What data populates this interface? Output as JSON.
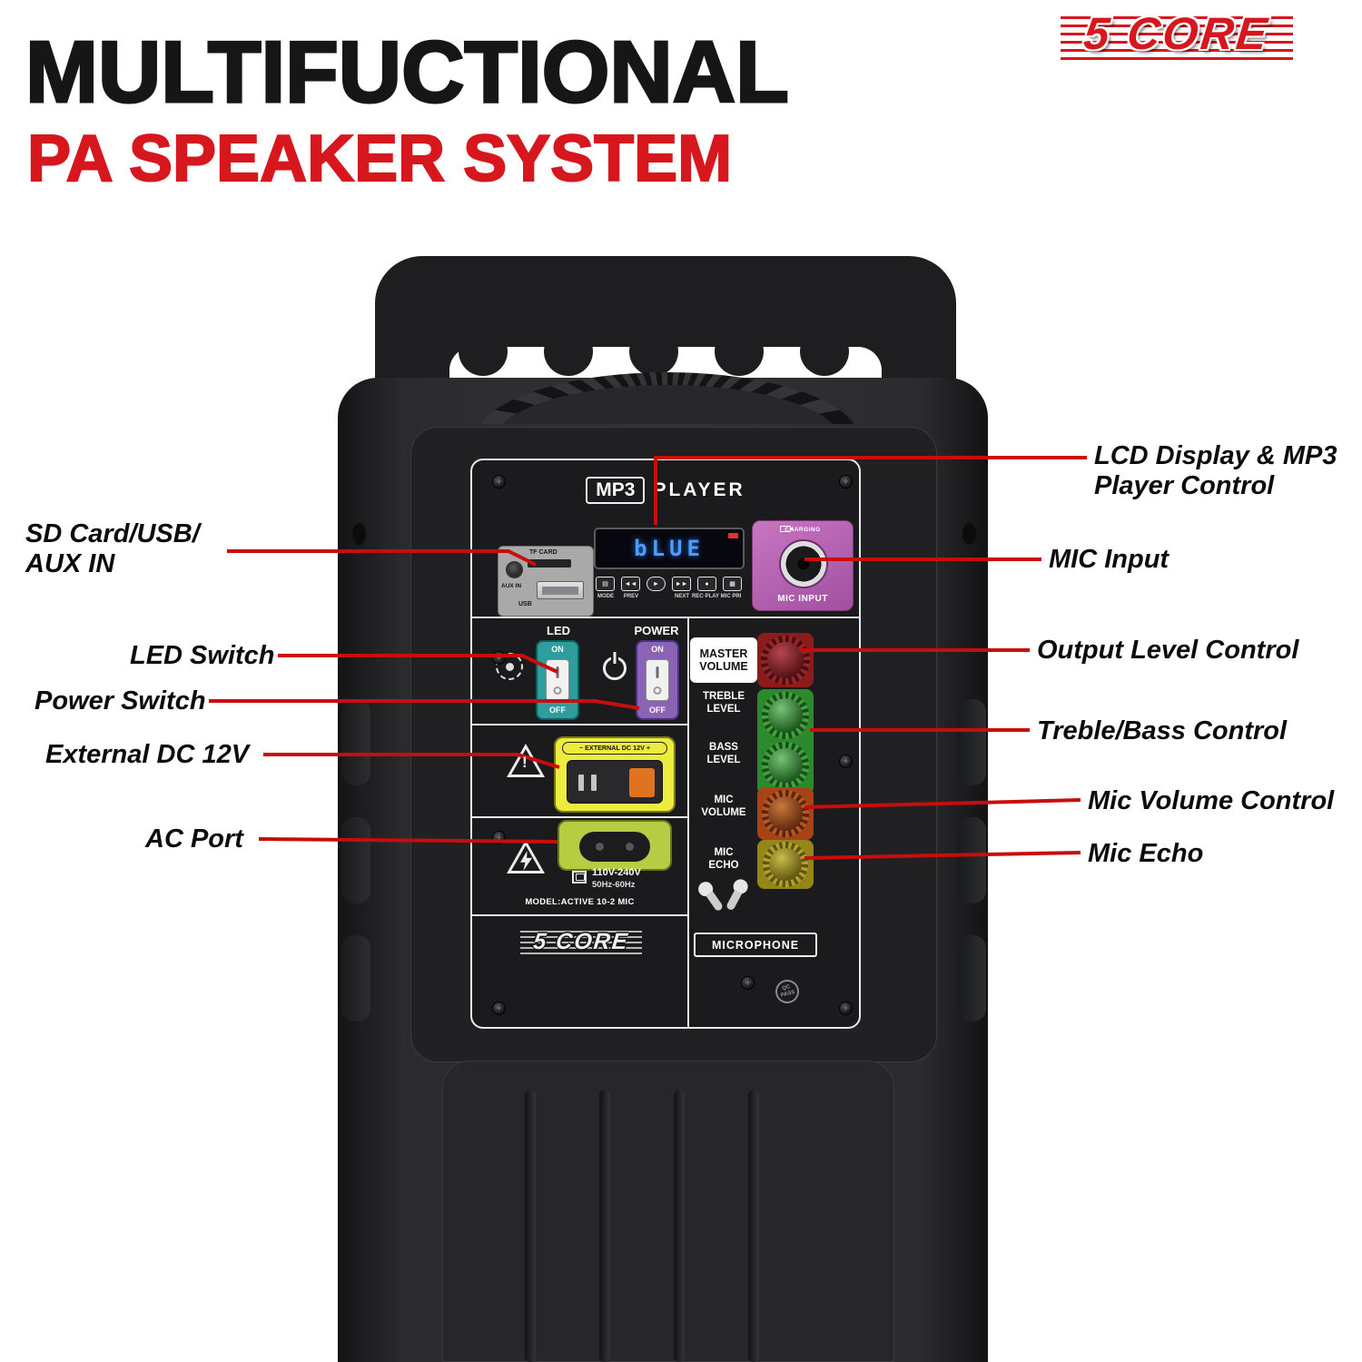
{
  "header": {
    "title_line1": "MULTIFUCTIONAL",
    "title_line2": "PA SPEAKER SYSTEM",
    "brand": "5 CORE"
  },
  "callouts": {
    "left": [
      {
        "label": "SD Card/USB/\nAUX IN"
      },
      {
        "label": "LED Switch"
      },
      {
        "label": "Power Switch"
      },
      {
        "label": "External DC 12V"
      },
      {
        "label": "AC Port"
      }
    ],
    "right": [
      {
        "label": "LCD Display & MP3\nPlayer Control"
      },
      {
        "label": "MIC Input"
      },
      {
        "label": "Output Level Control"
      },
      {
        "label": "Treble/Bass Control"
      },
      {
        "label": "Mic Volume Control"
      },
      {
        "label": "Mic Echo"
      }
    ]
  },
  "panel": {
    "mp3_box": "MP3",
    "mp3_player": "PLAYER",
    "lcd_text": "bLUE",
    "mp3_buttons": [
      "MODE",
      "PREV",
      "",
      "NEXT",
      "REC·PLAY",
      "MIC PRI"
    ],
    "tf_card": "TF CARD",
    "aux_in": "AUX IN",
    "usb": "USB",
    "charging": "CHARGING",
    "mic_input": "MIC INPUT",
    "led": "LED",
    "power": "POWER",
    "led_on": "ON",
    "led_off": "OFF",
    "power_on": "ON",
    "power_off": "OFF",
    "master_volume": "MASTER\nVOLUME",
    "treble_level": "TREBLE\nLEVEL",
    "bass_level": "BASS\nLEVEL",
    "mic_volume": "MIC\nVOLUME",
    "mic_echo": "MIC\nECHO",
    "external_dc": "~ EXTERNAL DC 12V +",
    "voltage": "110V-240V",
    "frequency": "50Hz-60Hz",
    "model": "MODEL:ACTIVE 10-2 MIC",
    "brand": "5 CORE",
    "microphone": "MICROPHONE",
    "qc": "QC\nPASS"
  },
  "colors": {
    "accent_red": "#d6181e",
    "callout_line": "#c90d0d",
    "led_switch": "#2f9d9d",
    "power_switch": "#8a63b5",
    "mic_input_box": "#bd6ab8",
    "dc_box": "#ecec3e",
    "ac_box": "#b7cc42",
    "knob_master": "#8c1c1c",
    "knob_treble_bass": "#2c8a2c",
    "knob_mic_volume": "#a64418",
    "knob_mic_echo": "#968618"
  }
}
